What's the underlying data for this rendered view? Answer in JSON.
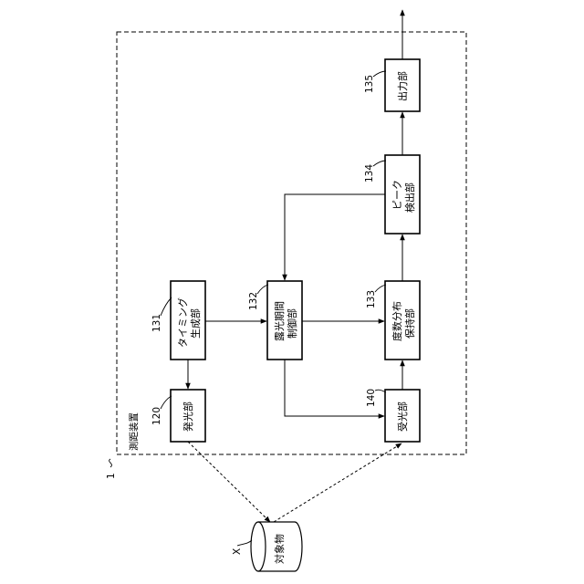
{
  "device": {
    "label": "測距装置",
    "ref": "1"
  },
  "blocks": {
    "light_emitter": {
      "ref": "120",
      "lines": [
        "発光部"
      ]
    },
    "light_receiver": {
      "ref": "140",
      "lines": [
        "受光部"
      ]
    },
    "timing_gen": {
      "ref": "131",
      "lines": [
        "タイミング",
        "生成部"
      ]
    },
    "exposure_ctrl": {
      "ref": "132",
      "lines": [
        "露光期間",
        "制御部"
      ]
    },
    "histogram_hold": {
      "ref": "133",
      "lines": [
        "度数分布",
        "保持部"
      ]
    },
    "peak_detect": {
      "ref": "134",
      "lines": [
        "ピーク",
        "検出部"
      ]
    },
    "output": {
      "ref": "135",
      "lines": [
        "出力部"
      ]
    }
  },
  "target": {
    "ref": "X",
    "label": "対象物"
  }
}
